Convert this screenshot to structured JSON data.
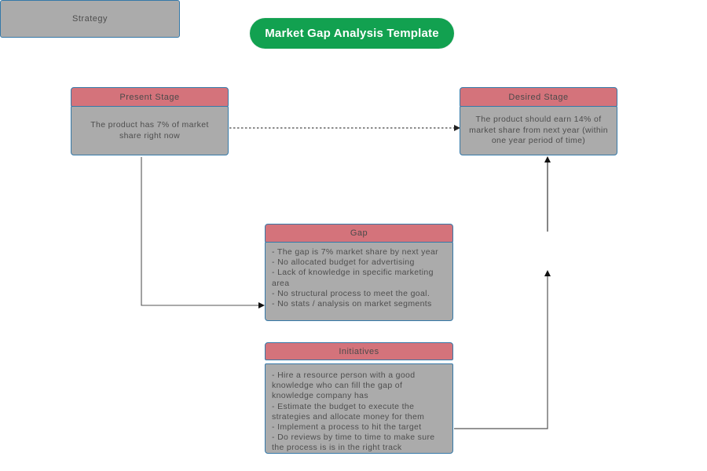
{
  "title": {
    "label": "Market Gap Analysis Template"
  },
  "colors": {
    "title_bg": "#12A150",
    "title_text": "#FFFFFF",
    "header_bg": "#D4737B",
    "body_bg": "#ABABAB",
    "border": "#3579A8",
    "text": "#4E4E4E",
    "connector": "#4D4D4D",
    "canvas_bg": "#FFFFFF"
  },
  "nodes": {
    "present_stage": {
      "title": "Present Stage",
      "body": "The product has 7% of market share right now"
    },
    "desired_stage": {
      "title": "Desired Stage",
      "body": "The product should earn 14% of market share from next year (within one year period of time)"
    },
    "gap": {
      "title": "Gap",
      "items": [
        "- The gap is 7% market share by next year",
        "- No allocated budget for advertising",
        "- Lack of knowledge in specific marketing area",
        "- No structural process to meet the goal.",
        "- No stats / analysis on market segments"
      ]
    },
    "strategy": {
      "title": "Strategy"
    },
    "initiatives": {
      "title": "Initiatives",
      "items": [
        "- Hire a resource person with a good knowledge who can fill the gap of knowledge company has",
        "- Estimate the budget to execute the strategies and allocate money for them",
        "- Implement a process to hit the target",
        "- Do reviews by time to time to make sure the process is is in the right track"
      ]
    }
  },
  "connectors": [
    {
      "from": "present_stage",
      "to": "desired_stage",
      "style": "dotted",
      "arrow": "right"
    },
    {
      "from": "present_stage",
      "to": "gap",
      "style": "solid-elbow",
      "arrow": "right"
    },
    {
      "from": "strategy",
      "to": "desired_stage",
      "style": "solid",
      "arrow": "up"
    },
    {
      "from": "initiatives",
      "to": "strategy",
      "style": "solid-elbow",
      "arrow": "up"
    }
  ]
}
